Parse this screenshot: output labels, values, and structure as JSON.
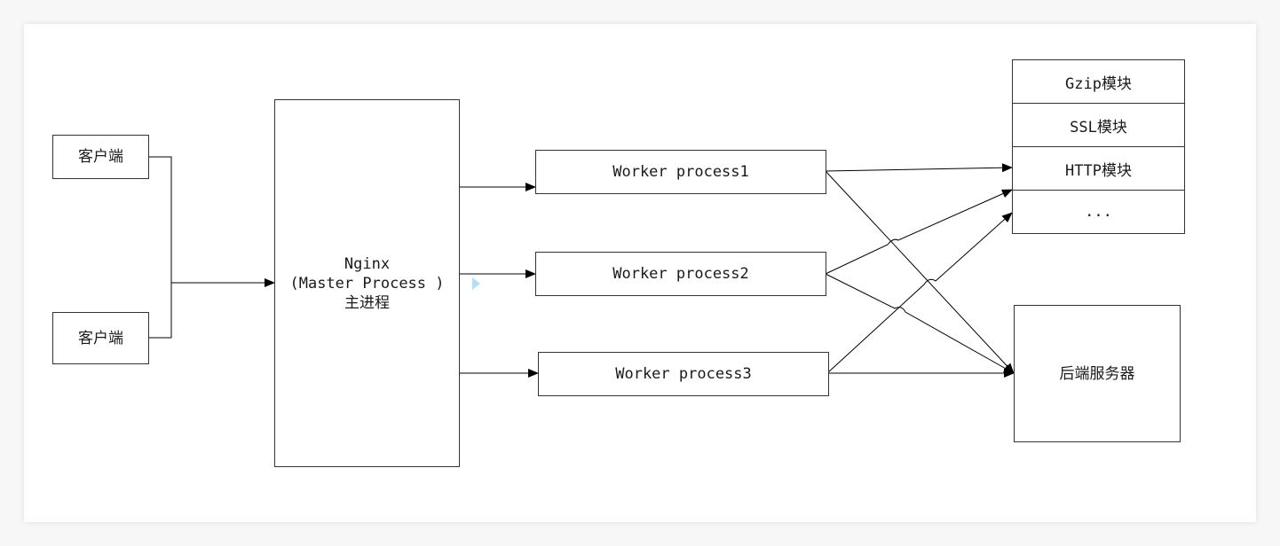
{
  "clients": [
    {
      "label": "客户端"
    },
    {
      "label": "客户端"
    }
  ],
  "master": {
    "line1": "Nginx",
    "line2": "(Master Process )",
    "line3": "主进程"
  },
  "workers": [
    {
      "label": "Worker process1"
    },
    {
      "label": "Worker process2"
    },
    {
      "label": "Worker process3"
    }
  ],
  "modules": [
    {
      "label": "Gzip模块"
    },
    {
      "label": "SSL模块"
    },
    {
      "label": "HTTP模块"
    },
    {
      "label": "..."
    }
  ],
  "backend": {
    "label": "后端服务器"
  },
  "colors": {
    "line": "#000000",
    "border": "#333333",
    "marker": "#b8dcf5",
    "background": "#ffffff"
  }
}
